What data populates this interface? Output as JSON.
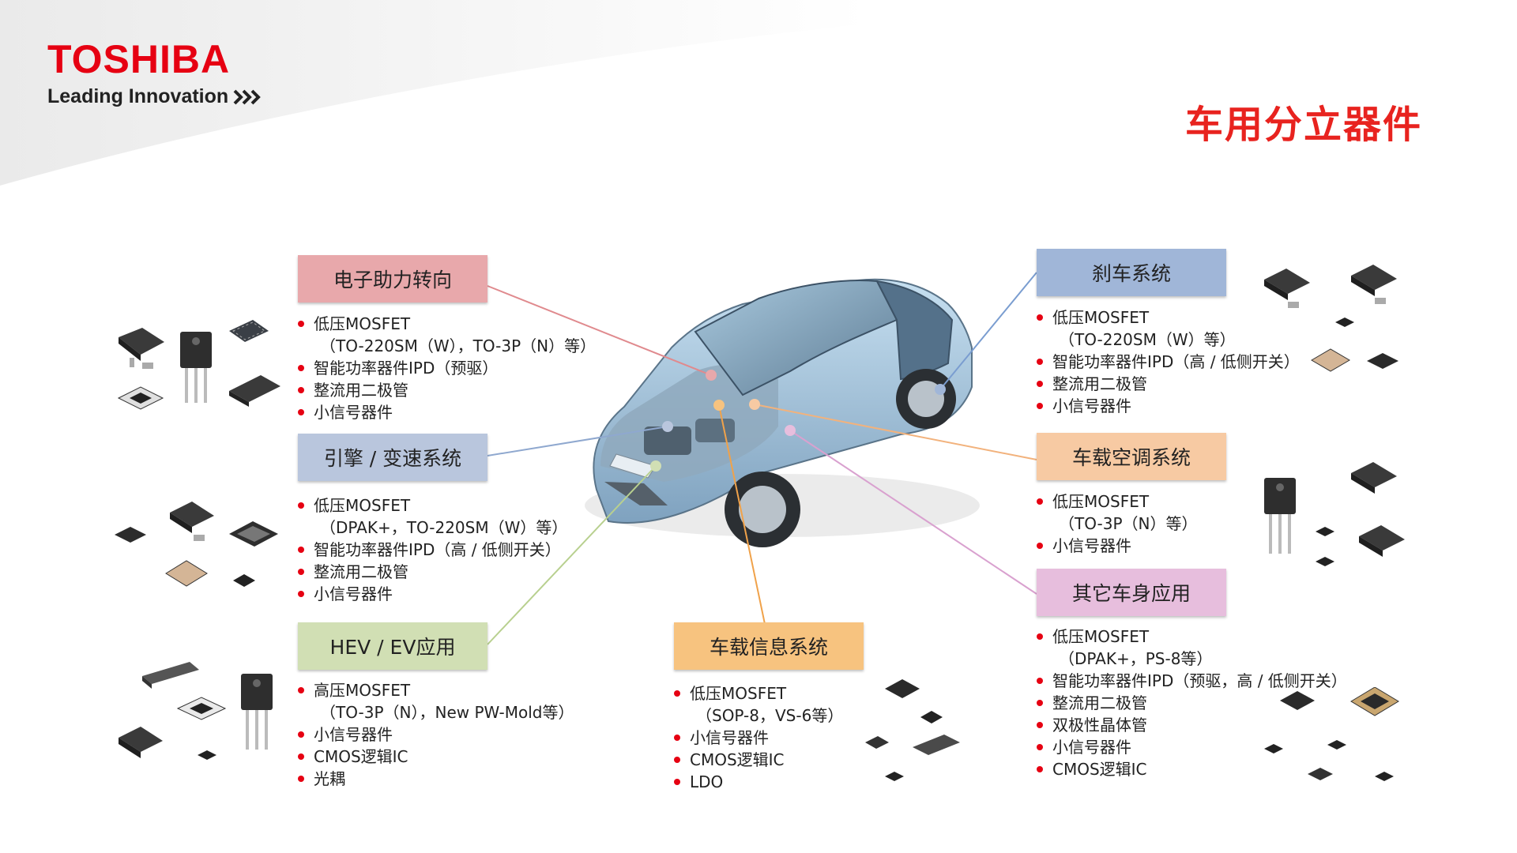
{
  "header": {
    "brand": "TOSHIBA",
    "tagline": "Leading Innovation",
    "page_title": "车用分立器件"
  },
  "colors": {
    "brand_red": "#e60012",
    "title_red": "#e8231f",
    "eps": "#e8a8ab",
    "engine": "#b9c6dd",
    "hev": "#d1dfb4",
    "info": "#f7c37f",
    "brake": "#a0b6d8",
    "hvac": "#f7caa3",
    "body": "#e7bedd"
  },
  "sections": {
    "eps": {
      "title": "电子助力转向",
      "items": [
        "低压MOSFET",
        "（TO-220SM（W），TO-3P（N）等）",
        "智能功率器件IPD（预驱）",
        "整流用二极管",
        "小信号器件"
      ]
    },
    "engine": {
      "title": "引擎 / 变速系统",
      "items": [
        "低压MOSFET",
        "（DPAK+，TO-220SM（W）等）",
        "智能功率器件IPD（高 / 低侧开关）",
        "整流用二极管",
        "小信号器件"
      ]
    },
    "hev": {
      "title": "HEV / EV应用",
      "items": [
        "高压MOSFET",
        "（TO-3P（N），New PW-Mold等）",
        "小信号器件",
        "CMOS逻辑IC",
        "光耦"
      ]
    },
    "info": {
      "title": "车载信息系统",
      "items": [
        "低压MOSFET",
        "（SOP-8，VS-6等）",
        "小信号器件",
        "CMOS逻辑IC",
        "LDO"
      ]
    },
    "brake": {
      "title": "刹车系统",
      "items": [
        "低压MOSFET",
        "（TO-220SM（W）等）",
        "智能功率器件IPD（高 / 低侧开关）",
        "整流用二极管",
        "小信号器件"
      ]
    },
    "hvac": {
      "title": "车载空调系统",
      "items": [
        "低压MOSFET",
        "（TO-3P（N）等）",
        "小信号器件"
      ]
    },
    "body": {
      "title": "其它车身应用",
      "items": [
        "低压MOSFET",
        "（DPAK+，PS-8等）",
        "智能功率器件IPD（预驱，高 / 低侧开关）",
        "整流用二极管",
        "双极性晶体管",
        "小信号器件",
        "CMOS逻辑IC"
      ]
    }
  }
}
